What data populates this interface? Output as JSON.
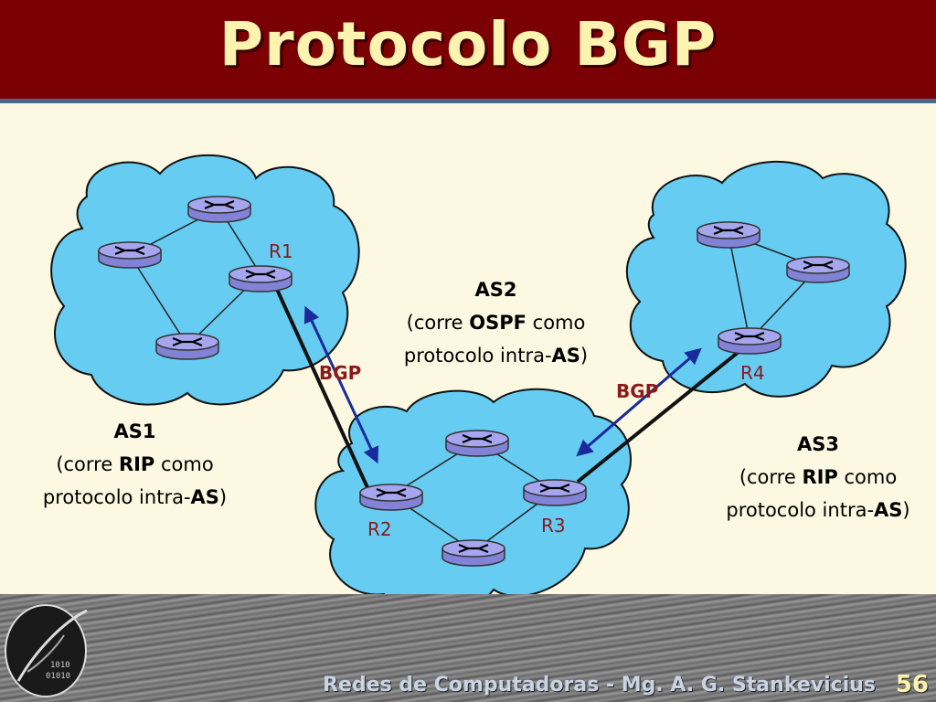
{
  "slide": {
    "title": "Protocolo BGP",
    "footer": "Redes de Computadoras - Mg. A. G. Stankevicius",
    "page_number": "56"
  },
  "routers": {
    "r1": "R1",
    "r2": "R2",
    "r3": "R3",
    "r4": "R4"
  },
  "links": {
    "bgp_left": "BGP",
    "bgp_right": "BGP"
  },
  "as1": {
    "name": "AS1",
    "line2_pre": "(corre ",
    "line2_bold": "RIP",
    "line2_post": " como",
    "line3_pre": "protocolo intra-",
    "line3_bold": "AS",
    "line3_post": ")"
  },
  "as2": {
    "name": "AS2",
    "line2_pre": "(corre ",
    "line2_bold": "OSPF",
    "line2_post": " como",
    "line3_pre": "protocolo intra-",
    "line3_bold": "AS",
    "line3_post": ")"
  },
  "as3": {
    "name": "AS3",
    "line2_pre": "(corre ",
    "line2_bold": "RIP",
    "line2_post": " como",
    "line3_pre": "protocolo intra-",
    "line3_bold": "AS",
    "line3_post": ")"
  },
  "colors": {
    "title_bar": "#7a0004",
    "title_text": "#fff3b0",
    "cloud": "#66ccf2",
    "router": "#9a9ae6",
    "bgp_arrow": "#1a2a9c",
    "label_red": "#8b1a1a"
  }
}
